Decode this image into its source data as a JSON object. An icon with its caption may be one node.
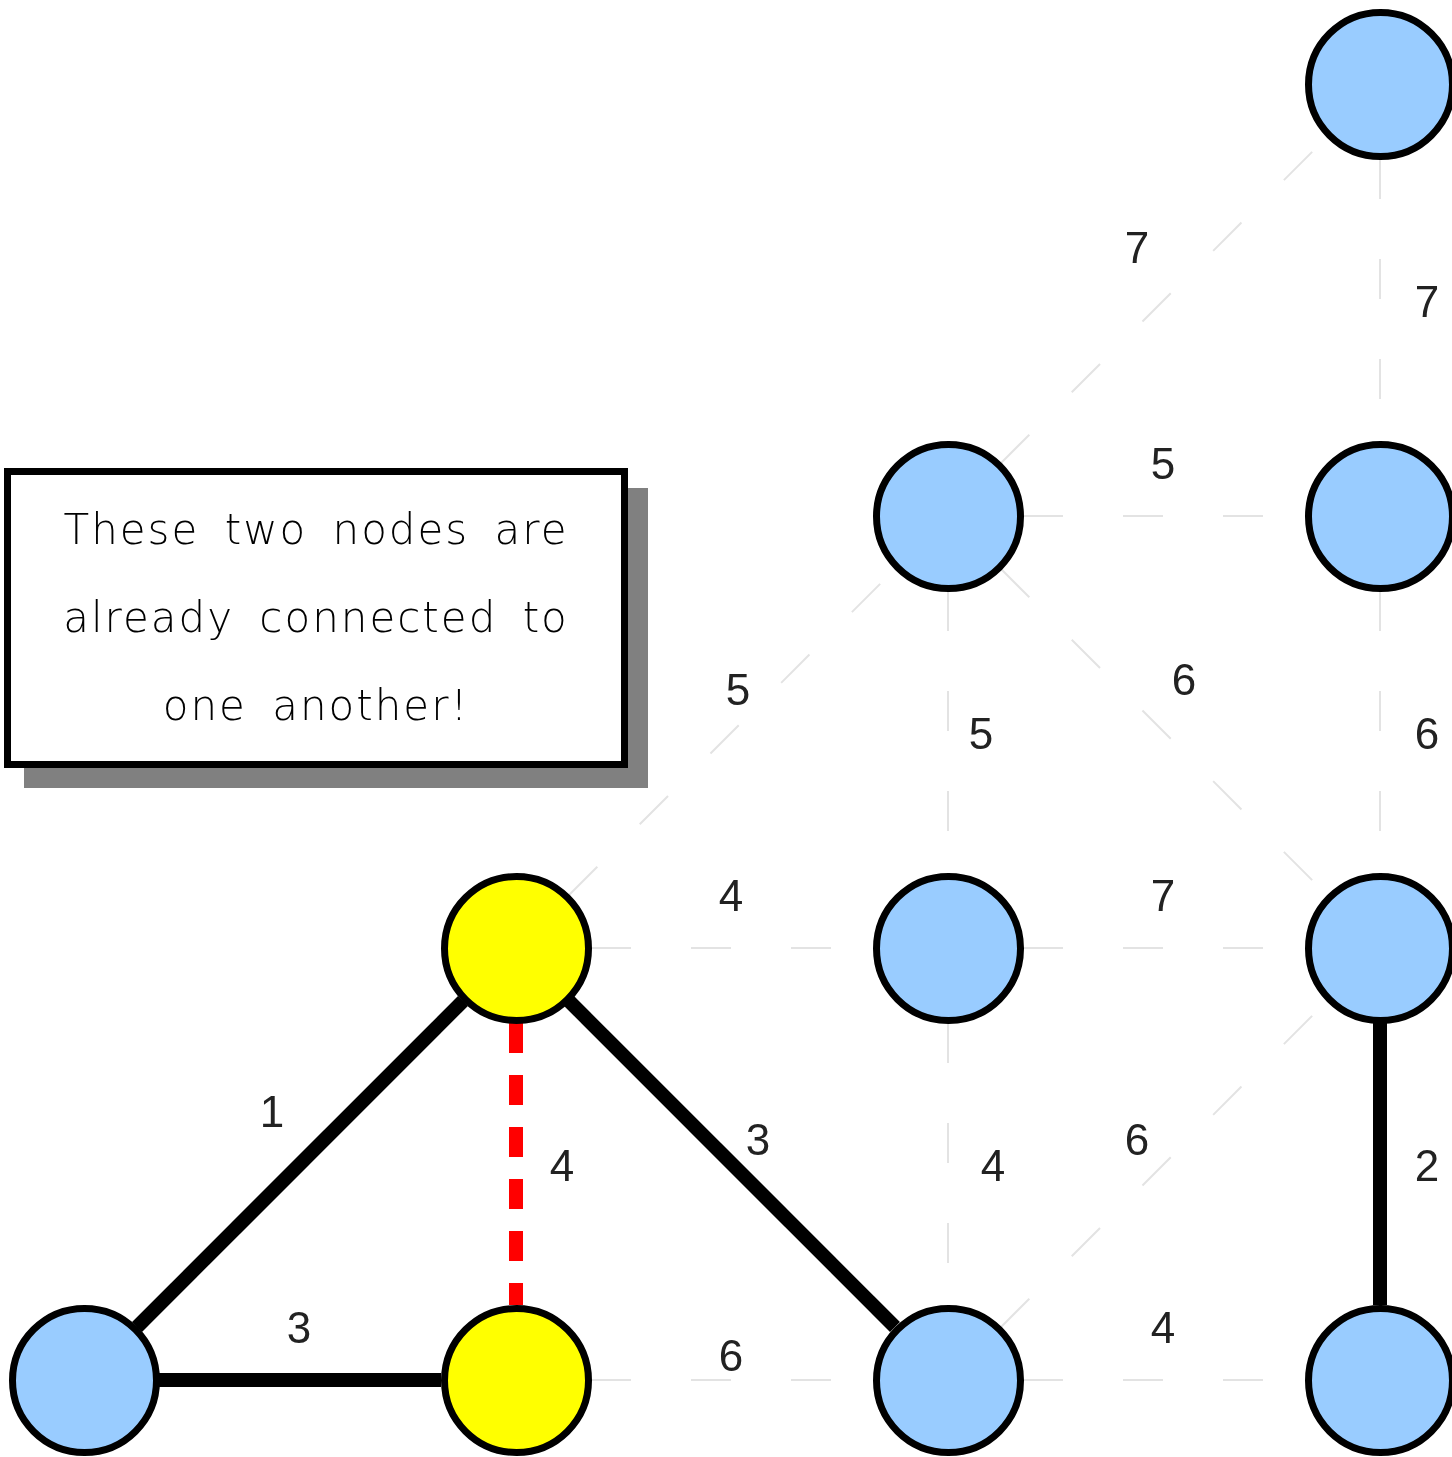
{
  "diagram": {
    "nodes": [
      {
        "text": [],
        "shape": "circle"
      },
      {
        "text": [],
        "shape": "circle"
      },
      {
        "text": [],
        "shape": "circle"
      },
      {
        "text": [
          "These two nodes are already connected to one another!"
        ]
      },
      {
        "text": [],
        "shape": "circle"
      },
      {
        "text": [],
        "shape": "circle"
      },
      {
        "text": [],
        "shape": "circle"
      },
      {
        "text": [],
        "shape": "circle"
      },
      {
        "text": [],
        "shape": "circle"
      },
      {
        "text": [],
        "shape": "circle"
      },
      {
        "text": [],
        "shape": "circle"
      }
    ],
    "edges": [
      {
        "from": 1,
        "to": 0,
        "arrow": "none",
        "label": "7",
        "style": "dashed"
      },
      {
        "from": 0,
        "to": 2,
        "arrow": "none",
        "label": "7",
        "style": "dashed"
      },
      {
        "from": 1,
        "to": 2,
        "arrow": "none",
        "label": "5",
        "style": "dashed"
      },
      {
        "from": 4,
        "to": 1,
        "arrow": "none",
        "label": "5",
        "style": "dashed"
      },
      {
        "from": 1,
        "to": 5,
        "arrow": "none",
        "label": "5",
        "style": "dashed"
      },
      {
        "from": 1,
        "to": 6,
        "arrow": "none",
        "label": "6",
        "style": "dashed"
      },
      {
        "from": 2,
        "to": 6,
        "arrow": "none",
        "label": "6",
        "style": "dashed"
      },
      {
        "from": 4,
        "to": 5,
        "arrow": "none",
        "label": "4",
        "style": "dashed"
      },
      {
        "from": 5,
        "to": 6,
        "arrow": "none",
        "label": "7",
        "style": "dashed"
      },
      {
        "from": 7,
        "to": 4,
        "arrow": "none",
        "label": "1",
        "style": "thick",
        "color": "#000000"
      },
      {
        "from": 4,
        "to": 8,
        "arrow": "none",
        "label": "4",
        "style": "dashed",
        "color": "#ff0000"
      },
      {
        "from": 4,
        "to": 9,
        "arrow": "none",
        "label": "3",
        "style": "thick",
        "color": "#000000"
      },
      {
        "from": 5,
        "to": 9,
        "arrow": "none",
        "label": "4",
        "style": "dashed"
      },
      {
        "from": 9,
        "to": 6,
        "arrow": "none",
        "label": "6",
        "style": "dashed"
      },
      {
        "from": 6,
        "to": 10,
        "arrow": "none",
        "label": "2",
        "style": "thick",
        "color": "#000000"
      },
      {
        "from": 7,
        "to": 8,
        "arrow": "none",
        "label": "3",
        "style": "thick",
        "color": "#000000"
      },
      {
        "from": 8,
        "to": 9,
        "arrow": "none",
        "label": "6",
        "style": "dashed"
      },
      {
        "from": 9,
        "to": 10,
        "arrow": "none",
        "label": "4",
        "style": "dashed"
      }
    ]
  }
}
